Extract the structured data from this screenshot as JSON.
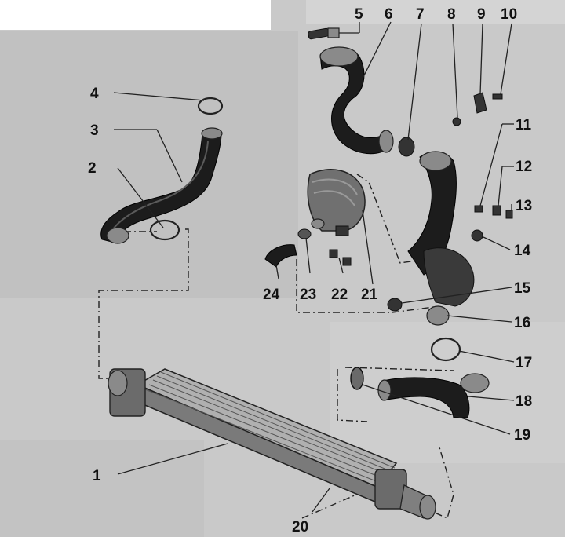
{
  "callouts": {
    "c1": "1",
    "c2": "2",
    "c3": "3",
    "c4": "4",
    "c5": "5",
    "c6": "6",
    "c7": "7",
    "c8": "8",
    "c9": "9",
    "c10": "10",
    "c11": "11",
    "c12": "12",
    "c13": "13",
    "c14": "14",
    "c15": "15",
    "c16": "16",
    "c17": "17",
    "c18": "18",
    "c19": "19",
    "c20": "20",
    "c21": "21",
    "c22": "22",
    "c23": "23",
    "c24": "24"
  },
  "colors": {
    "background": "#c8c8c8",
    "paper_white": "#ffffff",
    "hose": "#1c1c1c",
    "metal": "#8a8a8a",
    "ink": "#111111"
  }
}
